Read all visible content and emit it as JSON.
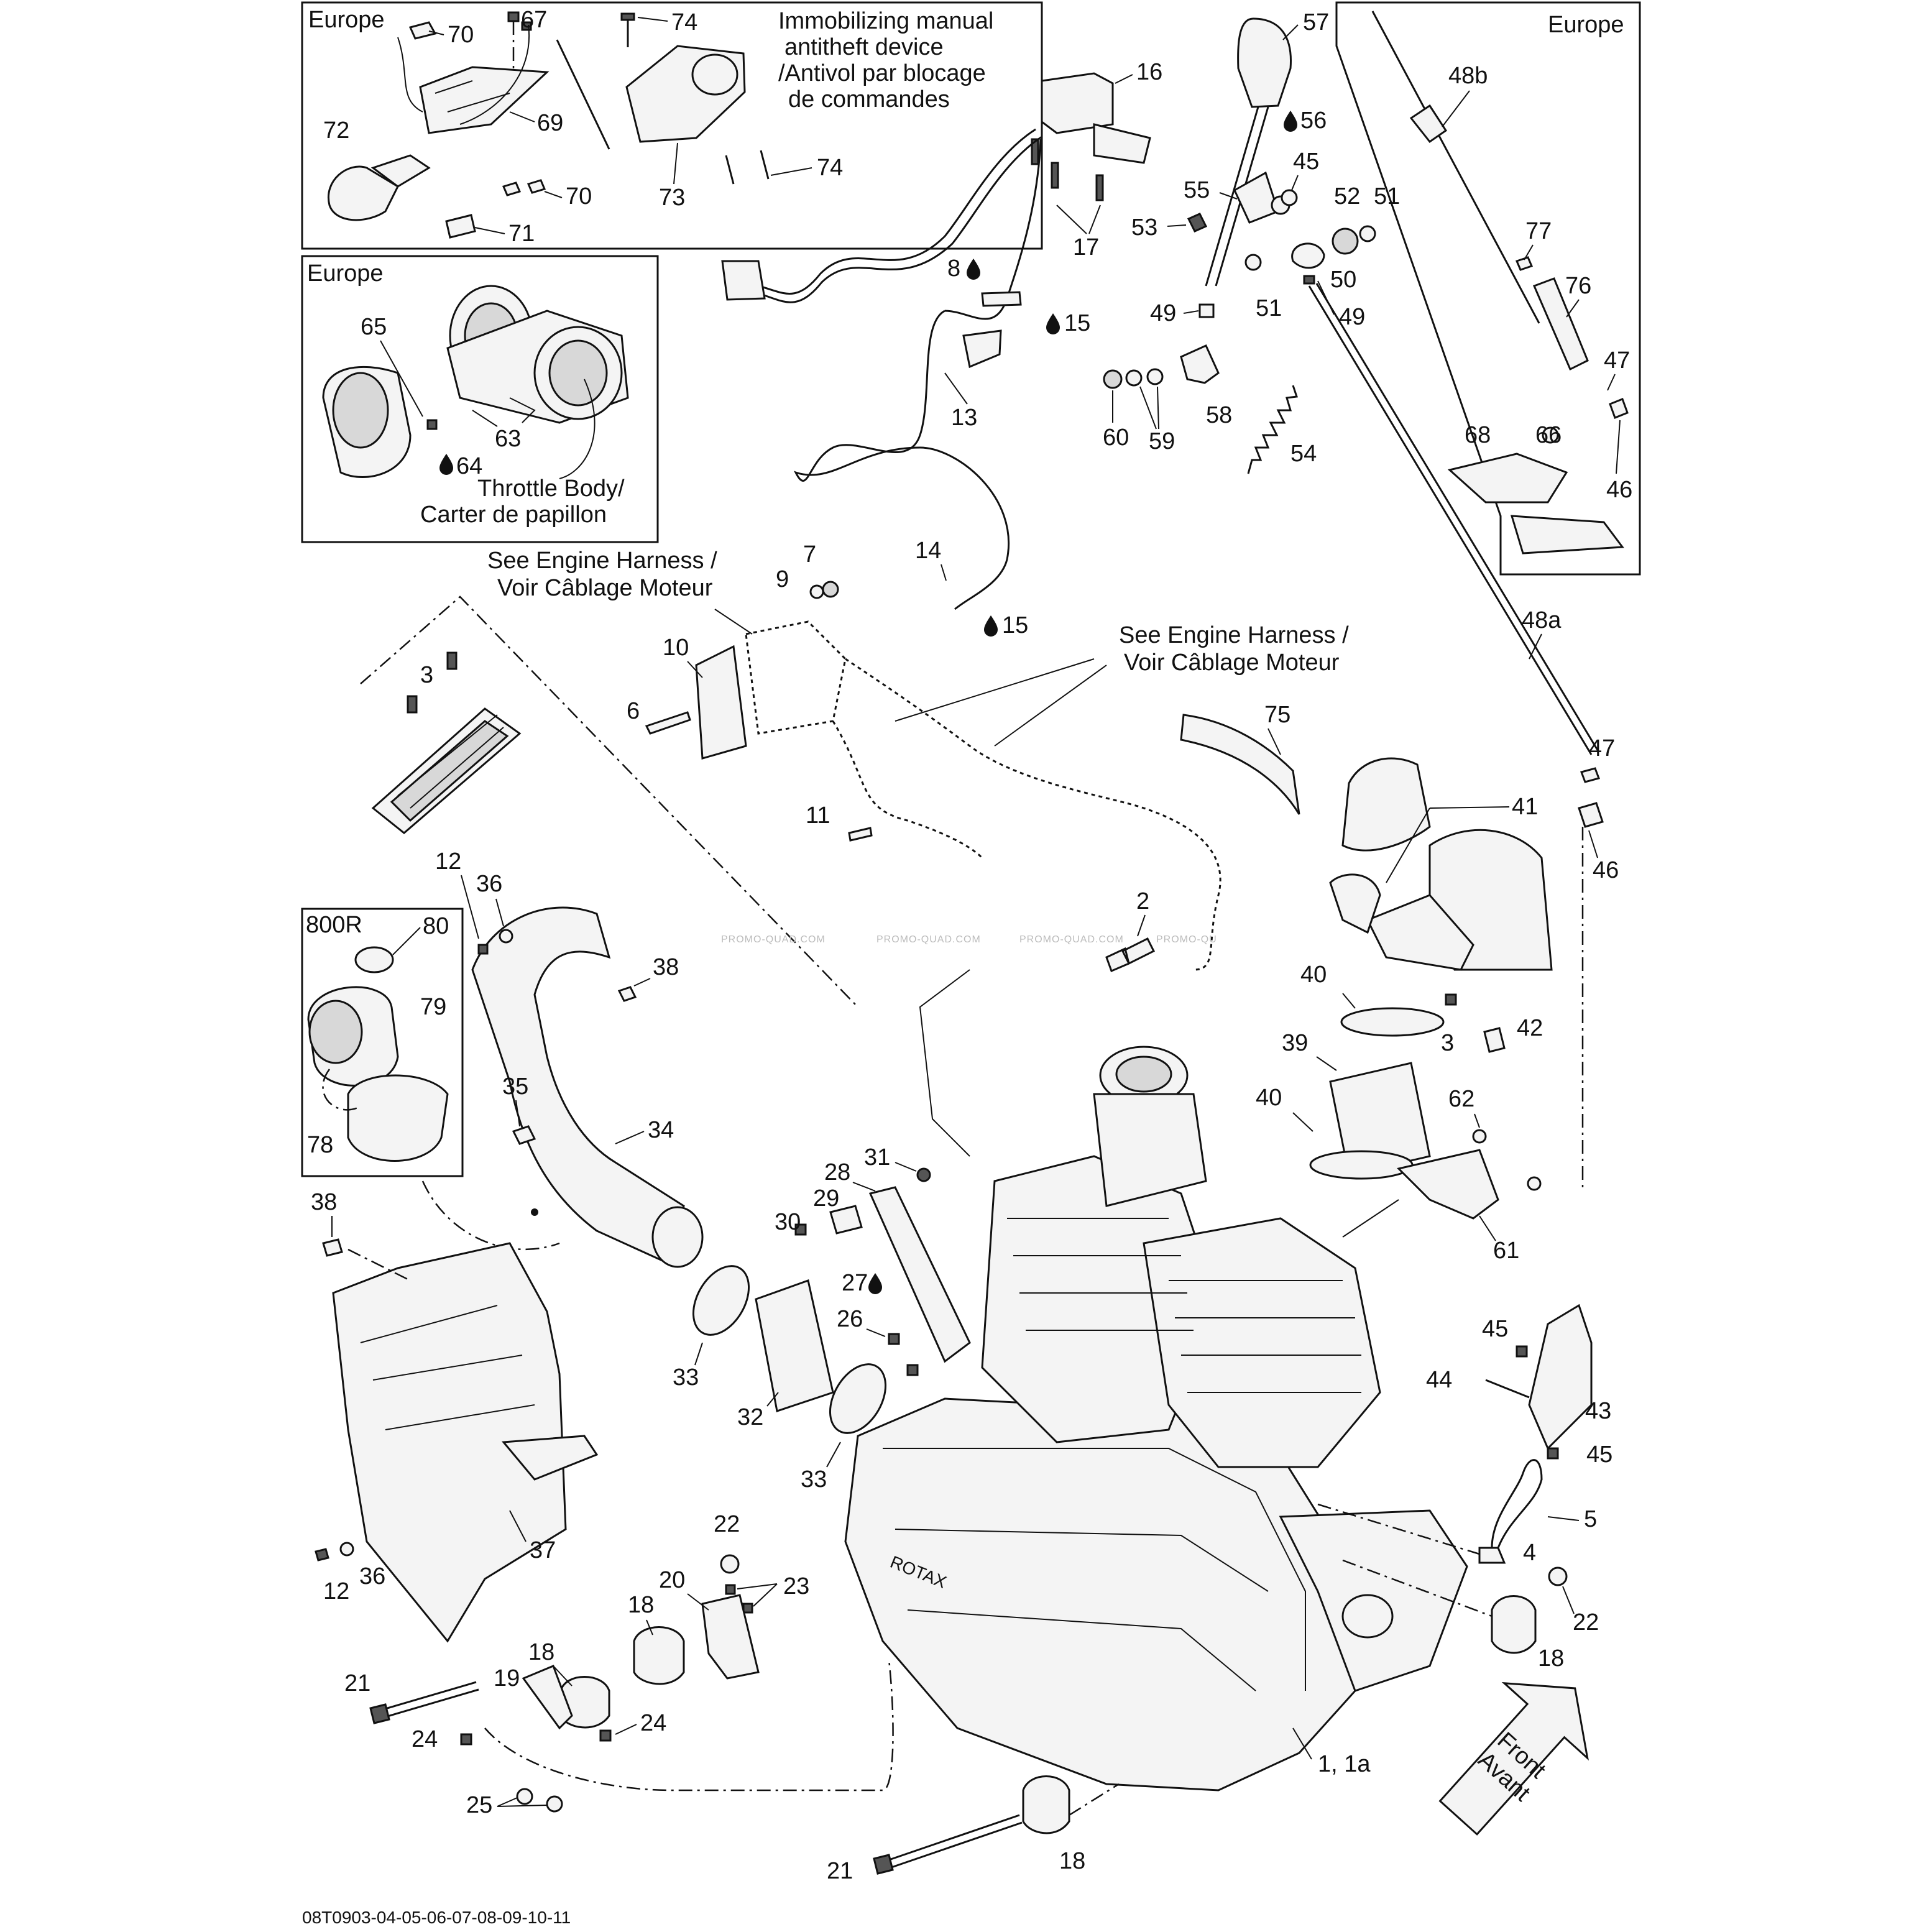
{
  "boxes": {
    "immobilizer": {
      "region": "Europe",
      "title_lines": [
        "Immobilizing manual",
        "antitheft device",
        "/Antivol par blocage",
        "de commandes"
      ]
    },
    "throttle_body": {
      "region": "Europe",
      "caption_lines": [
        "Throttle Body/",
        "Carter de papillon"
      ]
    },
    "throttle_cable": {
      "region": "Europe"
    },
    "variant_800r": {
      "label": "800R"
    }
  },
  "notes": {
    "harness_a": [
      "See Engine Harness /",
      "Voir Câblage Moteur"
    ],
    "harness_b": [
      "See Engine Harness /",
      "Voir Câblage Moteur"
    ]
  },
  "front_arrow": [
    "Front",
    "Avant"
  ],
  "engine_brand": "ROTAX",
  "watermarks": [
    "PROMO-QUAD.COM",
    "PROMO-QUAD.COM",
    "PROMO-QUAD.COM",
    "PROMO-QU"
  ],
  "drawing_code": "08T0903-04-05-06-07-08-09-10-11",
  "callouts": {
    "p70a": "70",
    "p67": "67",
    "p74a": "74",
    "p72": "72",
    "p69": "69",
    "p70b": "70",
    "p71": "71",
    "p73": "73",
    "p74b": "74",
    "p16": "16",
    "p17": "17",
    "p57": "57",
    "p56": "56",
    "p55": "55",
    "p45a": "45",
    "p52": "52",
    "p51a": "51",
    "p53": "53",
    "p50": "50",
    "p51b": "51",
    "p49a": "49",
    "p49b": "49",
    "p58": "58",
    "p60": "60",
    "p59": "59",
    "p54": "54",
    "p48b": "48b",
    "p77": "77",
    "p76": "76",
    "p47a": "47",
    "p68": "68",
    "p66": "66",
    "p46a": "46",
    "p8": "8",
    "p15a": "15",
    "p13": "13",
    "p65": "65",
    "p63": "63",
    "p64": "64",
    "p14": "14",
    "p15b": "15",
    "p7": "7",
    "p9": "9",
    "p10": "10",
    "p6": "6",
    "p11": "11",
    "p3a": "3",
    "p48a": "48a",
    "p47b": "47",
    "p46b": "46",
    "p75": "75",
    "p41": "41",
    "p2": "2",
    "p40a": "40",
    "p3b": "3",
    "p42": "42",
    "p39": "39",
    "p40b": "40",
    "p62": "62",
    "p61": "61",
    "p12a": "12",
    "p36a": "36",
    "p80": "80",
    "p79": "79",
    "p38a": "38",
    "p35": "35",
    "p34": "34",
    "p78": "78",
    "p38b": "38",
    "p28": "28",
    "p31": "31",
    "p29": "29",
    "p30": "30",
    "p27": "27",
    "p26": "26",
    "p33a": "33",
    "p32": "32",
    "p33b": "33",
    "p45b": "45",
    "p44": "44",
    "p43": "43",
    "p45c": "45",
    "p5": "5",
    "p4": "4",
    "p22a": "22",
    "p23": "23",
    "p20": "20",
    "p18a": "18",
    "p22b": "22",
    "p18b": "18",
    "p37": "37",
    "p12b": "12",
    "p36b": "36",
    "p18c": "18",
    "p19": "19",
    "p21a": "21",
    "p24a": "24",
    "p24b": "24",
    "p25": "25",
    "p1": "1, 1a",
    "p18d": "18",
    "p21b": "21"
  }
}
